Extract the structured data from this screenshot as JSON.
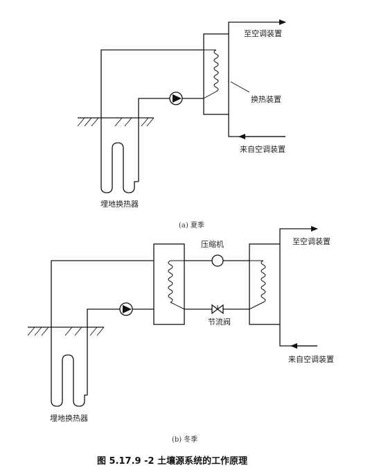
{
  "summer": {
    "to_ac": "至空调装置",
    "heat_exchanger": "换热装置",
    "from_ac": "来自空调装置",
    "ground_hx": "埋地换热器",
    "caption": "(a) 夏季"
  },
  "winter": {
    "compressor": "压缩机",
    "throttle": "节流阀",
    "to_ac": "至空调装置",
    "from_ac": "来自空调装置",
    "ground_hx": "埋地换热器",
    "caption": "(b) 冬季"
  },
  "figure_title": "图 5.17.9 -2  土壤源系统的工作原理"
}
